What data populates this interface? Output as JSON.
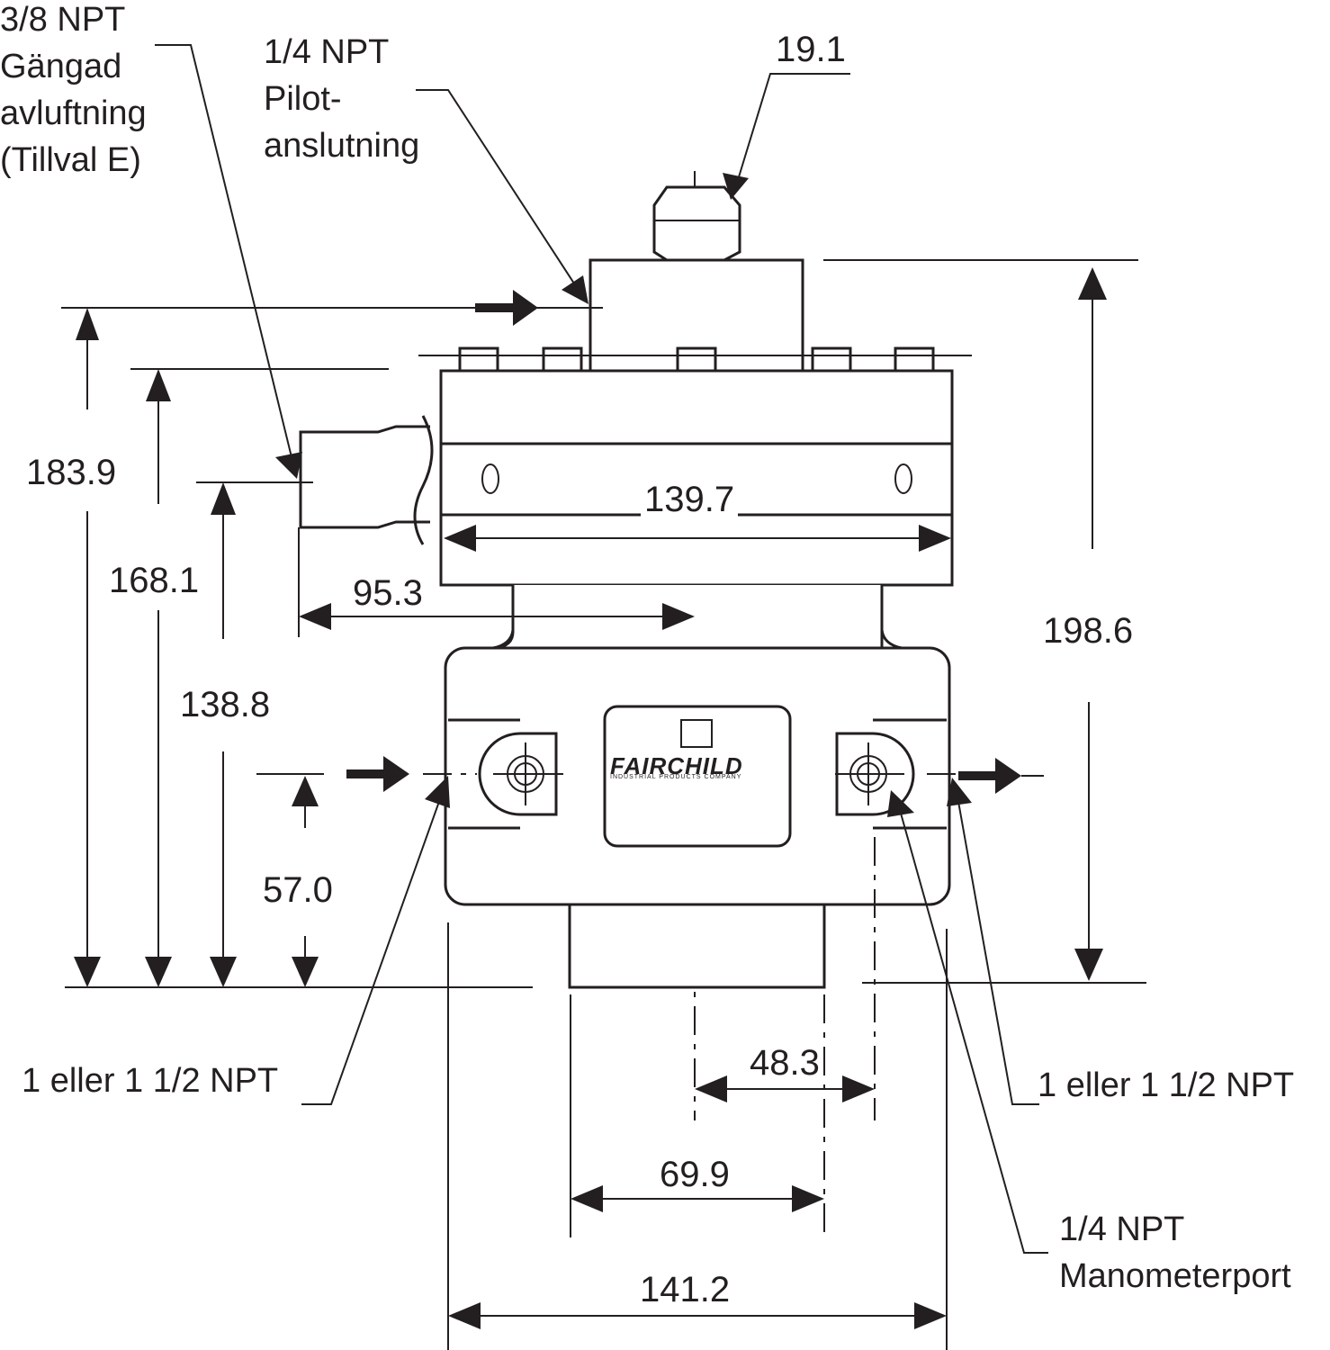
{
  "callouts": {
    "vent_port": [
      "3/8 NPT",
      "Gängad",
      "avluftning",
      "(Tillval E)"
    ],
    "pilot_port": [
      "1/4 NPT",
      "Pilot-",
      "anslutning"
    ],
    "inlet_port": "1 eller 1 1/2 NPT",
    "outlet_port": "1 eller 1 1/2 NPT",
    "gauge_port": [
      "1/4 NPT",
      "Manometerport"
    ]
  },
  "dimensions": {
    "d_19_1": "19.1",
    "d_183_9": "183.9",
    "d_168_1": "168.1",
    "d_138_8": "138.8",
    "d_57_0": "57.0",
    "d_139_7": "139.7",
    "d_95_3": "95.3",
    "d_198_6": "198.6",
    "d_48_3": "48.3",
    "d_69_9": "69.9",
    "d_141_2": "141.2"
  },
  "nameplate": {
    "brand": "FAIRCHILD",
    "tagline": "INDUSTRIAL PRODUCTS COMPANY"
  }
}
